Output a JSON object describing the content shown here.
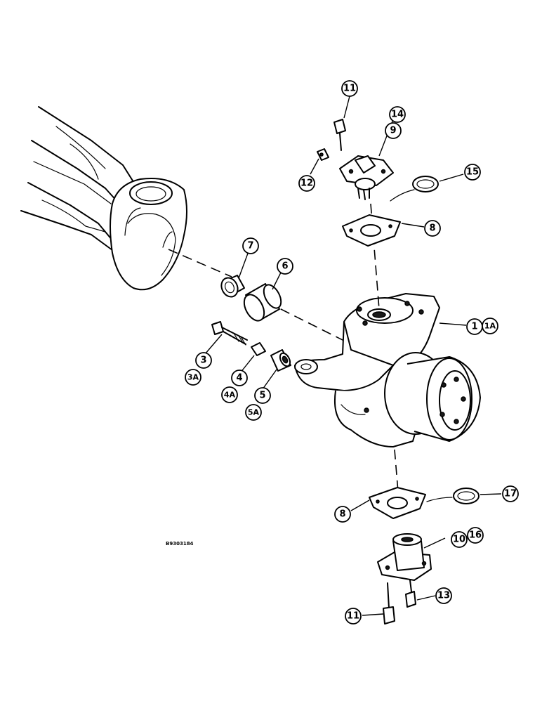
{
  "drawing_id": "B9303184",
  "callouts": {
    "c11_top": "11",
    "c14": "14",
    "c9": "9",
    "c12": "12",
    "c15": "15",
    "c8_top": "8",
    "c7": "7",
    "c6": "6",
    "c1": "1",
    "c1A": "1A",
    "c3": "3",
    "c3A": "3A",
    "c4": "4",
    "c4A": "4A",
    "c5": "5",
    "c5A": "5A",
    "c8_bottom": "8",
    "c17": "17",
    "c10": "10",
    "c16": "16",
    "c13": "13",
    "c11_bottom": "11"
  }
}
